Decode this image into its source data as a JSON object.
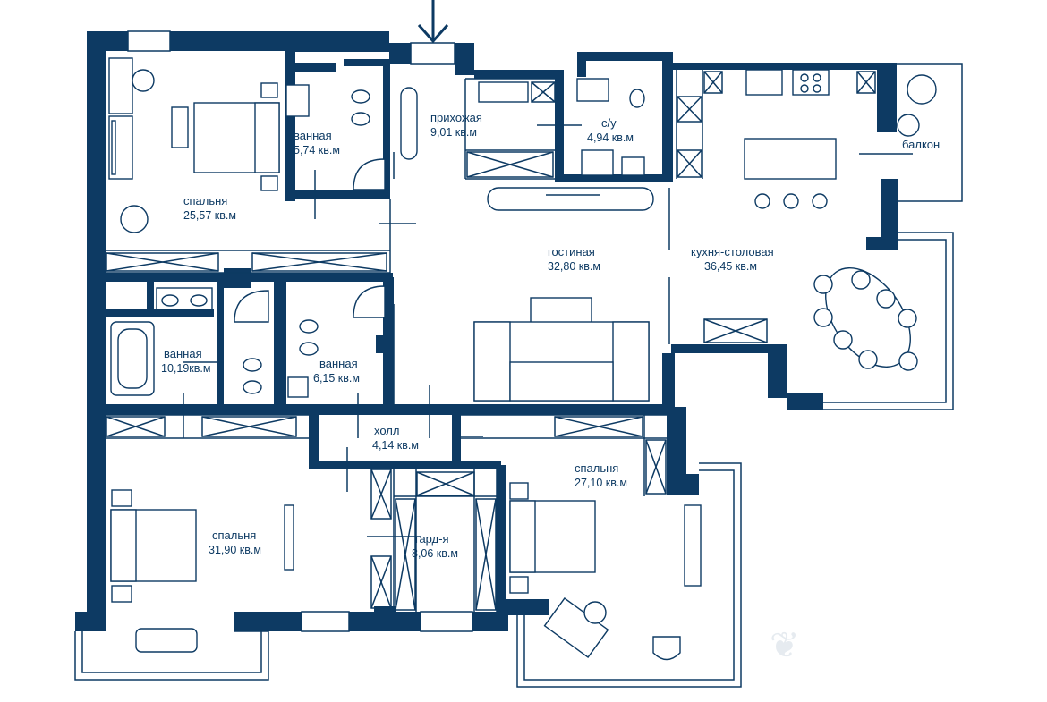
{
  "plan": {
    "rooms": [
      {
        "id": "bedroom-1",
        "name": "спальня",
        "area": "25,57 кв.м"
      },
      {
        "id": "bath-1",
        "name": "ванная",
        "area": "5,74 кв.м"
      },
      {
        "id": "hall",
        "name": "прихожая",
        "area": "9,01 кв.м"
      },
      {
        "id": "wc",
        "name": "с/у",
        "area": "4,94 кв.м"
      },
      {
        "id": "balcony",
        "name": "балкон",
        "area": ""
      },
      {
        "id": "living",
        "name": "гостиная",
        "area": "32,80 кв.м"
      },
      {
        "id": "kitchen",
        "name": "кухня-столовая",
        "area": "36,45 кв.м"
      },
      {
        "id": "bath-2",
        "name": "ванная",
        "area": "10,19кв.м"
      },
      {
        "id": "bath-3",
        "name": "ванная",
        "area": "6,15 кв.м"
      },
      {
        "id": "corridor",
        "name": "холл",
        "area": "4,14 кв.м"
      },
      {
        "id": "bedroom-2",
        "name": "спальня",
        "area": "27,10 кв.м"
      },
      {
        "id": "bedroom-3",
        "name": "спальня",
        "area": "31,90 кв.м"
      },
      {
        "id": "wardrobe",
        "name": "гард-я",
        "area": "8,06 кв.м"
      }
    ],
    "colors": {
      "wall": "#0d3a63",
      "background": "#ffffff"
    },
    "icons": [
      "entrance-arrow-icon"
    ]
  }
}
